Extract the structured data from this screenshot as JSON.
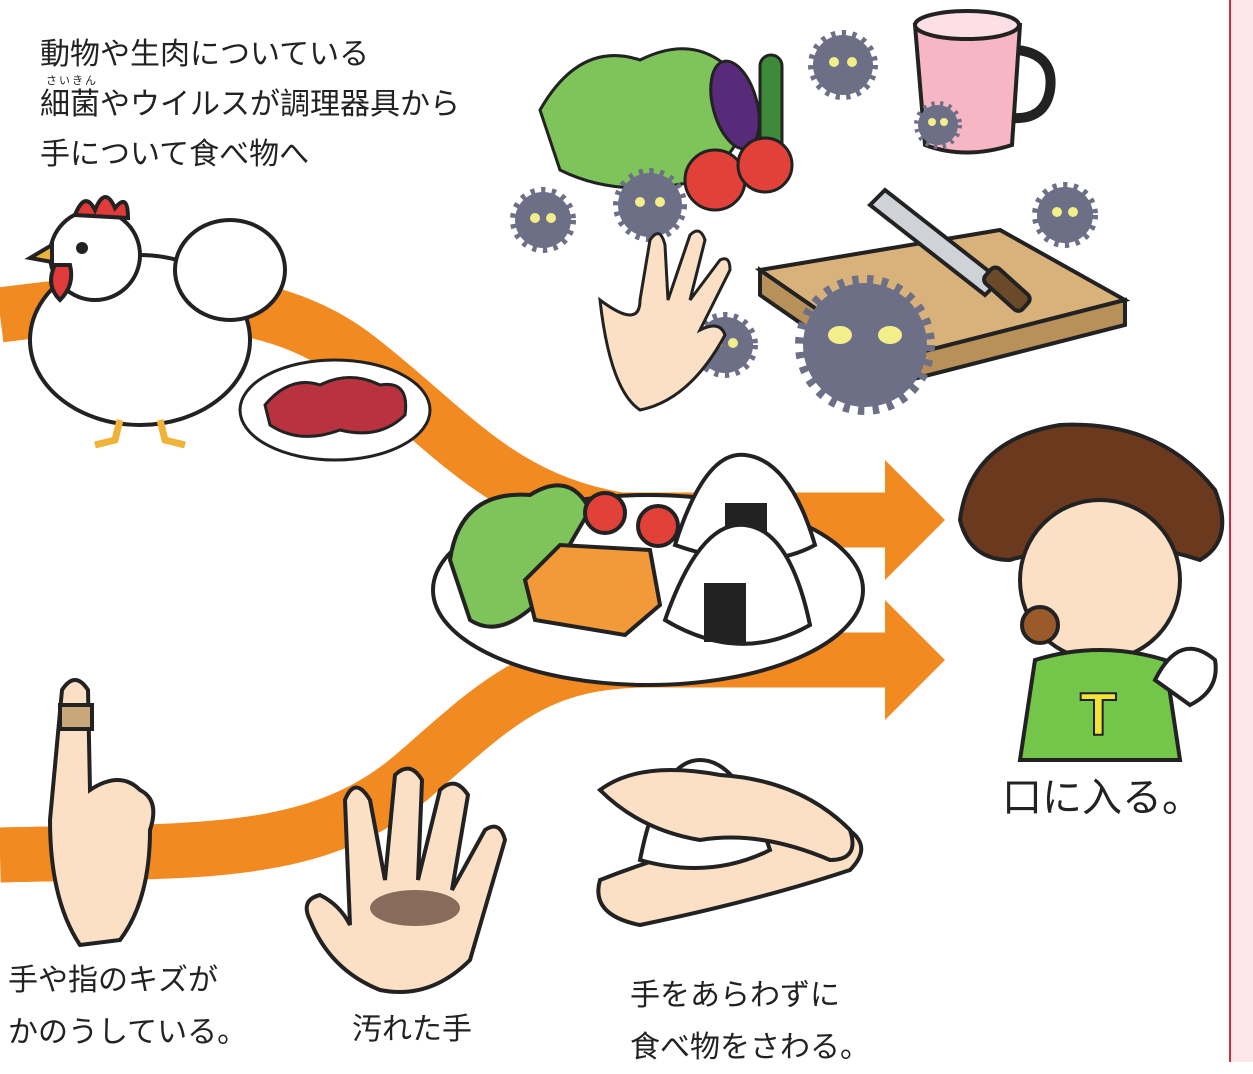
{
  "captions": {
    "top": "動物や生肉についている\n細菌やウイルスが調理器具から\n手について食べ物へ",
    "furigana": "さいきん",
    "mouth": "口に入る。",
    "cut_finger": "手や指のキズが\nかのうしている。",
    "dirty_hand": "汚れた手",
    "no_wash": "手をあらわずに\n食べ物をさわる。"
  },
  "illustrations": [
    "chicken",
    "raw-meat-plate",
    "vegetables",
    "pink-cup",
    "knife",
    "cutting-board",
    "germs",
    "hand-touching-germs",
    "food-plate",
    "rice-balls",
    "child-eating",
    "bandaged-finger",
    "dirty-hand",
    "hands-making-rice-ball"
  ],
  "colors": {
    "arrow": "#f28a22",
    "germ": "#6d6f86",
    "germ_eye": "#f2ee8a",
    "accent_line": "#d8283a",
    "side_bar": "#fde7ea"
  }
}
